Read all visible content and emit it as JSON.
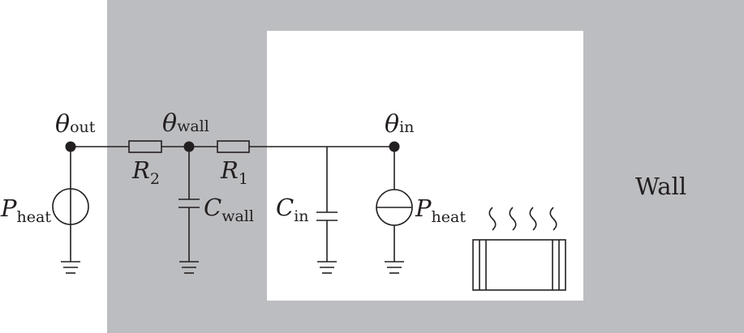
{
  "diagram": {
    "wall_label": "Wall",
    "nodes": {
      "theta_out": {
        "symbol": "θ",
        "sub": "out"
      },
      "theta_wall": {
        "symbol": "θ",
        "sub": "wall"
      },
      "theta_in": {
        "symbol": "θ",
        "sub": "in"
      }
    },
    "components": {
      "R2": {
        "symbol": "R",
        "sub": "2"
      },
      "R1": {
        "symbol": "R",
        "sub": "1"
      },
      "C_wall": {
        "symbol": "C",
        "sub": "wall"
      },
      "C_in": {
        "symbol": "C",
        "sub": "in"
      },
      "P_heat_out": {
        "symbol": "P",
        "sub": "heat"
      },
      "P_heat_in": {
        "symbol": "P",
        "sub": "heat"
      }
    },
    "colors": {
      "wall_fill": "#bcbdc0",
      "room_fill": "#ffffff",
      "line": "#231f20"
    }
  }
}
